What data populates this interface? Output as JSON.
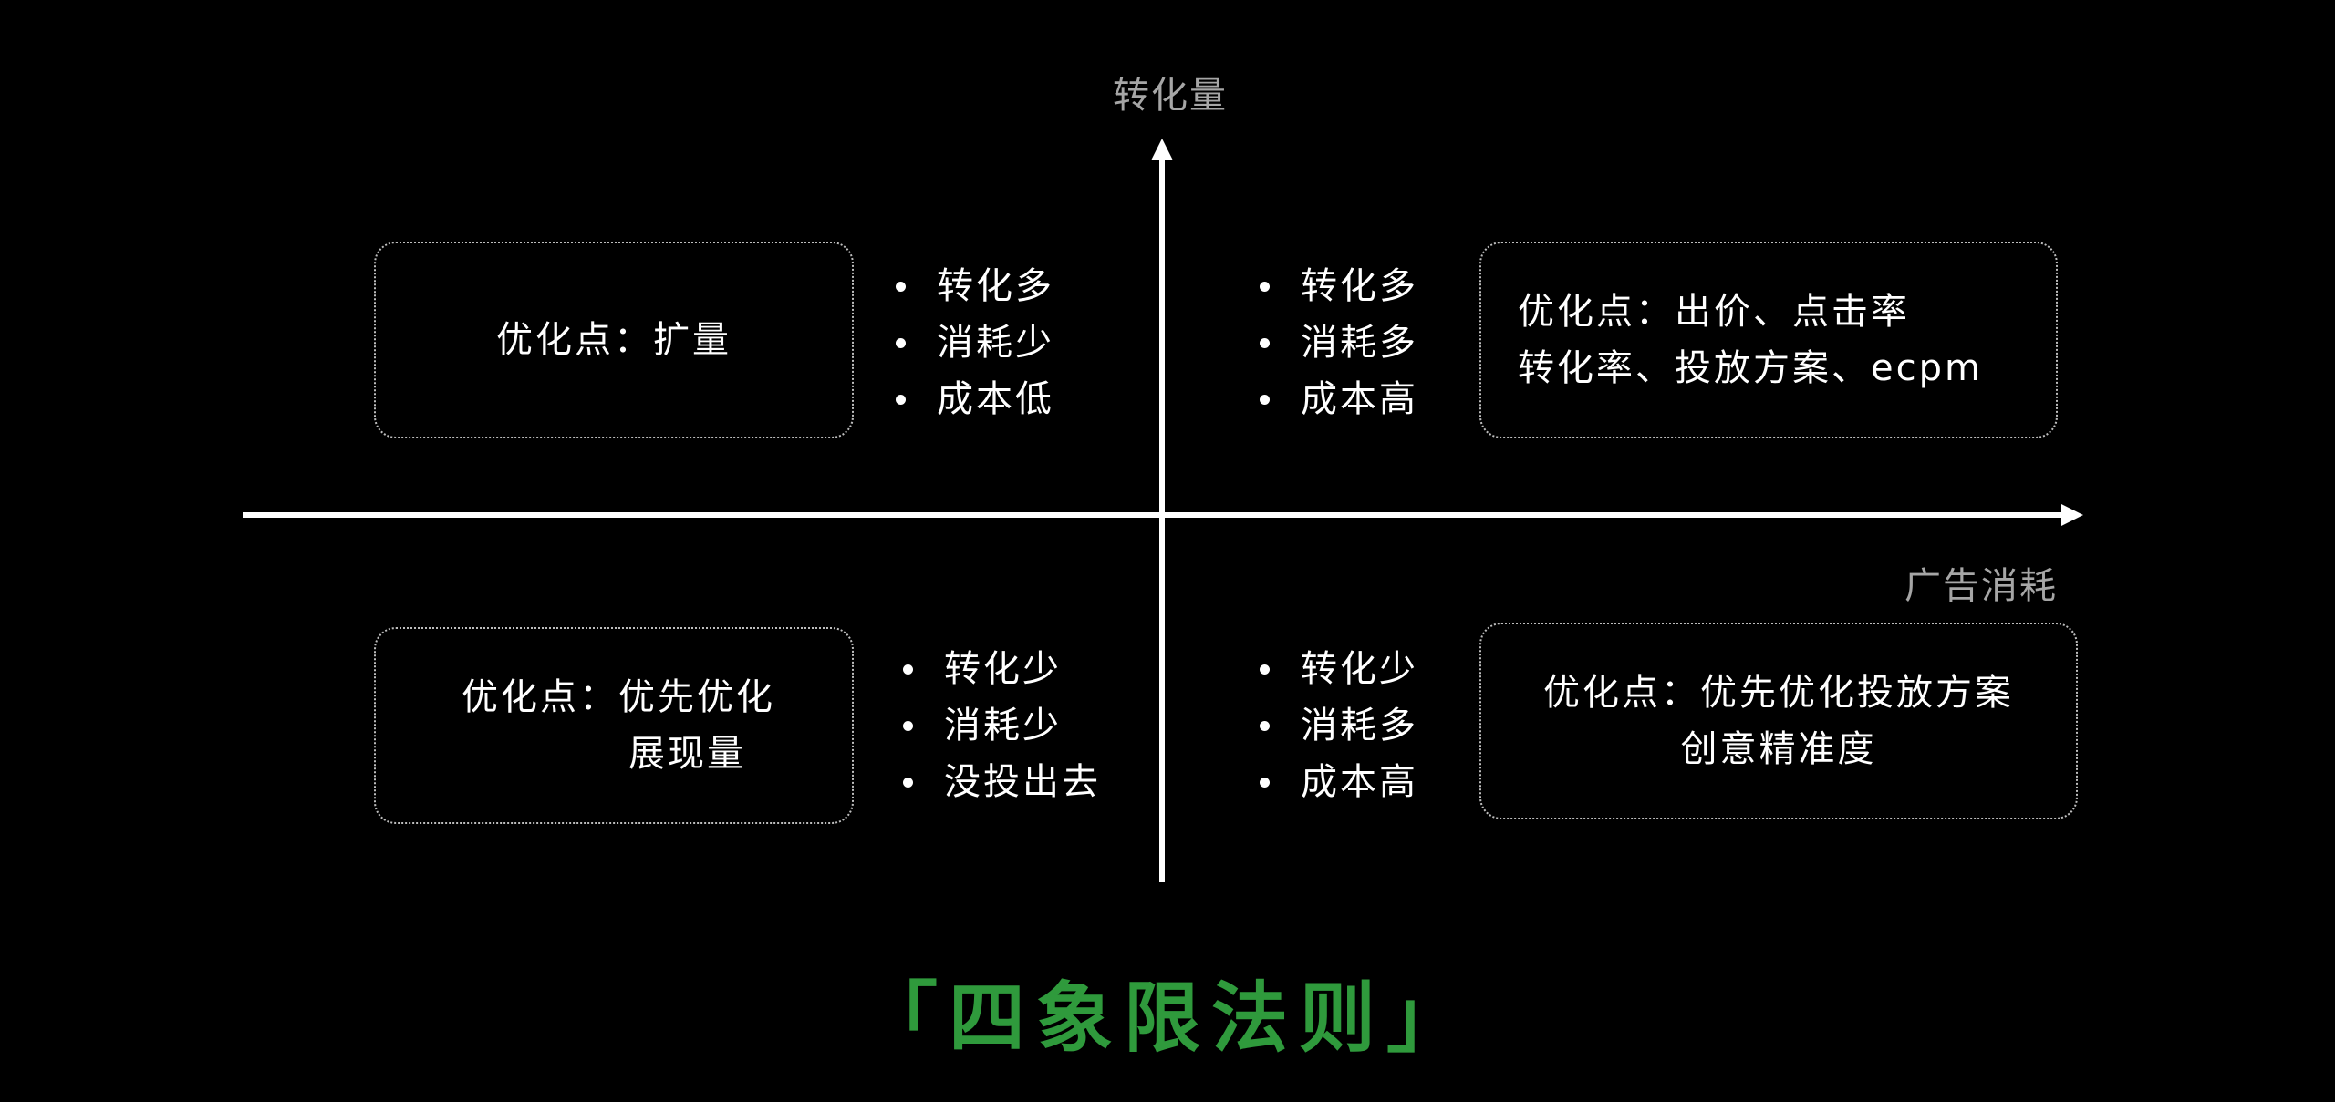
{
  "axes": {
    "y_label": "转化量",
    "x_label": "广告消耗"
  },
  "quadrants": {
    "top_left": {
      "box_text": "优化点：扩量",
      "bullets": [
        "转化多",
        "消耗少",
        "成本低"
      ]
    },
    "top_right": {
      "box_lines": [
        "优化点：出价、点击率",
        "转化率、投放方案、ecpm"
      ],
      "bullets": [
        "转化多",
        "消耗多",
        "成本高"
      ]
    },
    "bottom_left": {
      "box_lines": [
        "优化点：优先优化",
        "展现量"
      ],
      "bullets": [
        "转化少",
        "消耗少",
        "没投出去"
      ]
    },
    "bottom_right": {
      "box_lines": [
        "优化点：优先优化投放方案",
        "创意精准度"
      ],
      "bullets": [
        "转化少",
        "消耗多",
        "成本高"
      ]
    }
  },
  "title": "「四象限法则」",
  "colors": {
    "background": "#000000",
    "title": "#2f9a3c",
    "axis_label": "#a6a6a6",
    "box_border": "#bdbdbd"
  }
}
